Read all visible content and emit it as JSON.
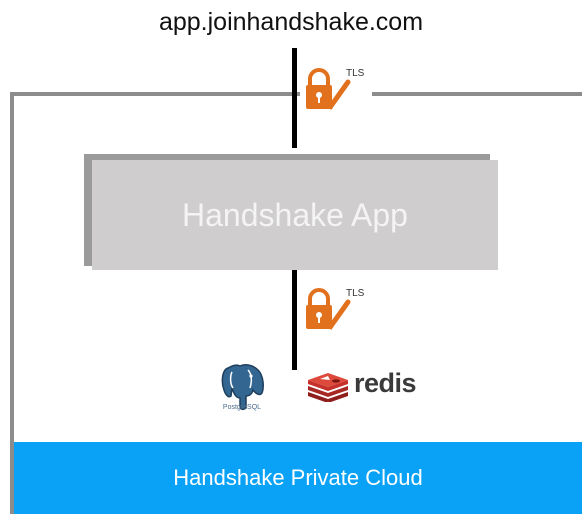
{
  "domain_label": "app.joinhandshake.com",
  "tls": {
    "label": "TLS",
    "icon": "lock-check-icon"
  },
  "app_box": {
    "label": "Handshake App"
  },
  "datastores": {
    "postgres": {
      "icon": "postgresql-elephant-icon",
      "caption": "PostgreSQL"
    },
    "redis": {
      "icon": "redis-cube-icon",
      "label": "redis"
    }
  },
  "cloud": {
    "label": "Handshake Private Cloud"
  },
  "colors": {
    "cloud_blue": "#0aa2f7",
    "app_box_gray": "#cfcdcd",
    "boundary_gray": "#8c8c8c",
    "lock_orange": "#e2711d",
    "redis_red": "#c6302b",
    "postgres_blue": "#336791"
  }
}
